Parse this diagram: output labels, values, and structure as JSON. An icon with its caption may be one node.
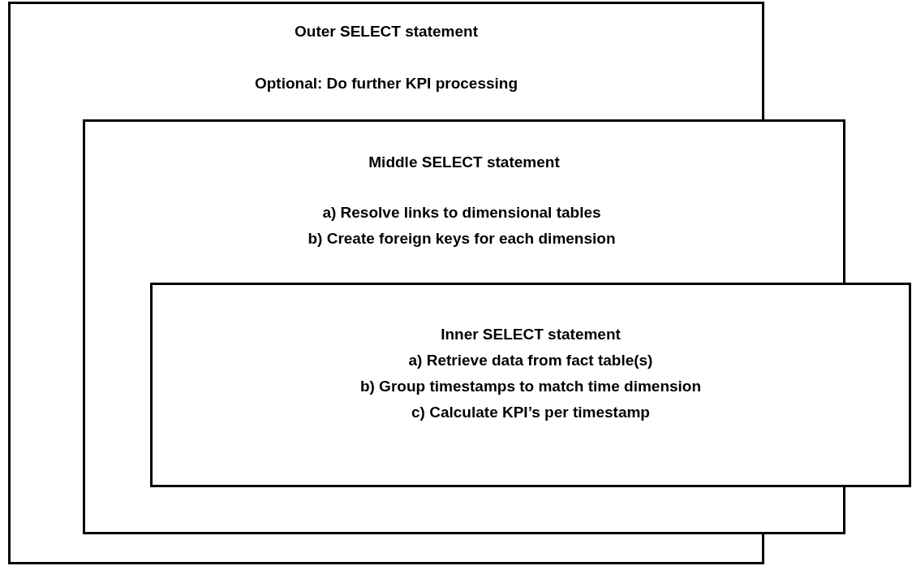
{
  "diagram": {
    "nodes": [
      {
        "text": [
          "Outer SELECT statement",
          "Optional: Do further KPI processing"
        ]
      },
      {
        "text": [
          "Middle SELECT statement",
          "a) Resolve links to dimensional tables",
          "b) Create foreign keys for each dimension"
        ]
      },
      {
        "text": [
          "Inner SELECT statement",
          "a) Retrieve data from fact table(s)",
          "b) Group timestamps to match time dimension",
          "c) Calculate KPI’s per timestamp"
        ]
      }
    ]
  }
}
